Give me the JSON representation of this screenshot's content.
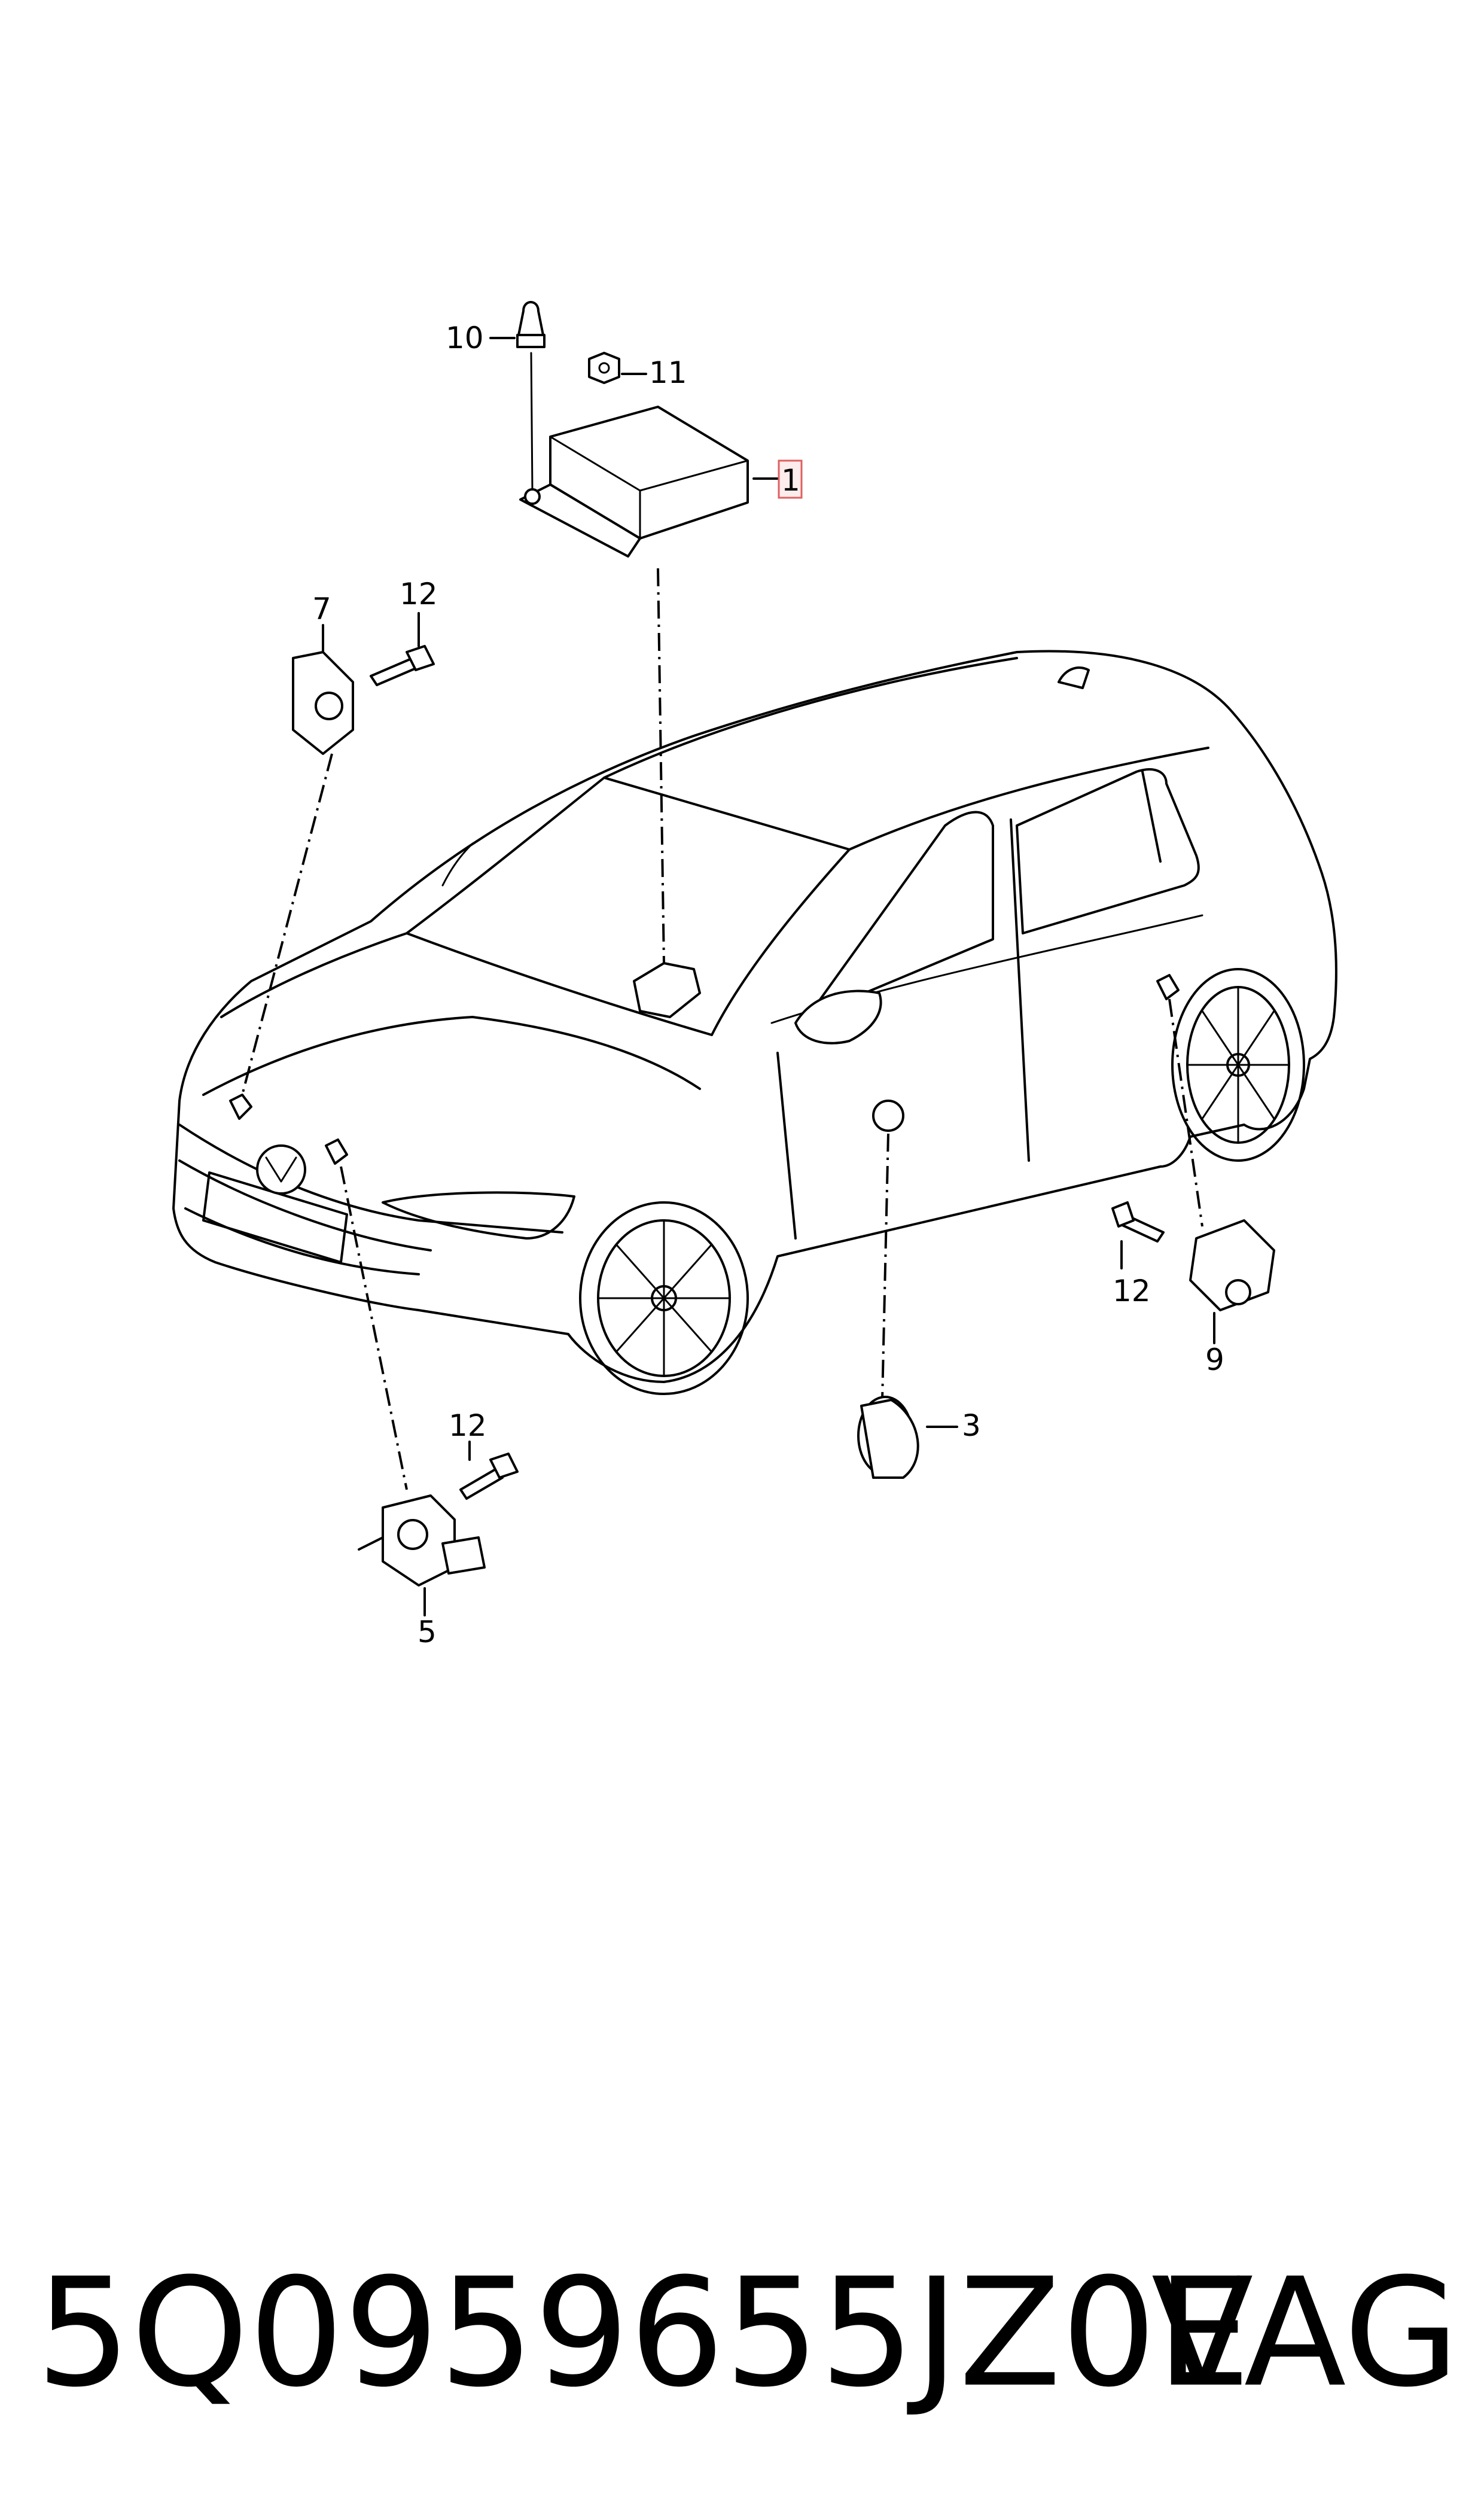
{
  "callouts": {
    "c1": "1",
    "c3": "3",
    "c5": "5",
    "c7": "7",
    "c9": "9",
    "c10": "10",
    "c11": "11",
    "c12a": "12",
    "c12b": "12",
    "c12c": "12"
  },
  "footer": {
    "part_number": "5Q0959655JZ0E",
    "brand": "VAG"
  },
  "colors": {
    "highlight_box": "#e06060",
    "line": "#000000",
    "background": "#ffffff"
  }
}
